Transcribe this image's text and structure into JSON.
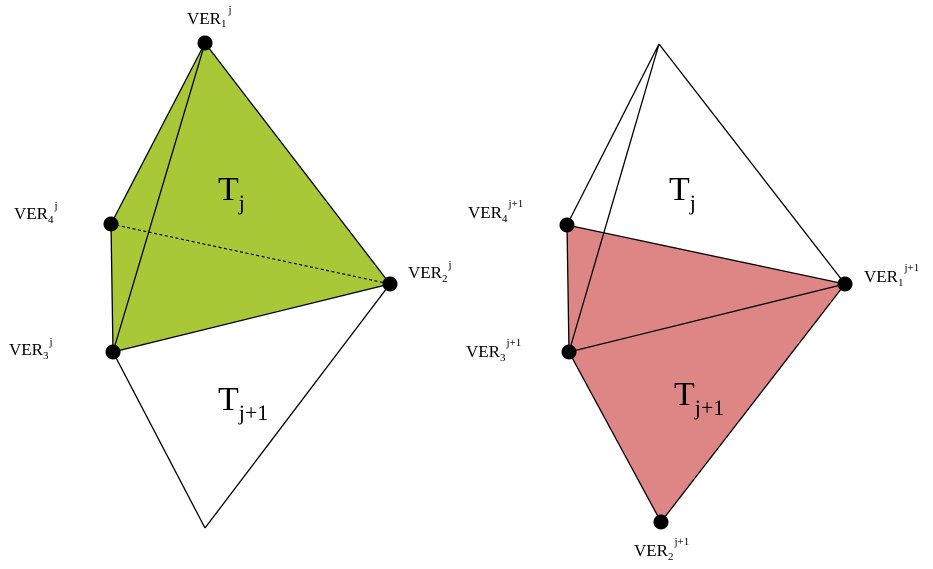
{
  "colors": {
    "green_face": "#a8c837",
    "red_face": "#de8686",
    "stroke": "#000000"
  },
  "left_figure": {
    "vertex_labels": {
      "ver1": {
        "base": "VER",
        "sub": "1",
        "sup": "j"
      },
      "ver2": {
        "base": "VER",
        "sub": "2",
        "sup": "j"
      },
      "ver3": {
        "base": "VER",
        "sub": "3",
        "sup": "j"
      },
      "ver4": {
        "base": "VER",
        "sub": "4",
        "sup": "j"
      }
    },
    "tetra_labels": {
      "upper": {
        "base": "T",
        "sub": "j"
      },
      "lower": {
        "base": "T",
        "sub": "j+1"
      }
    }
  },
  "right_figure": {
    "vertex_labels": {
      "ver1": {
        "base": "VER",
        "sub": "1",
        "sup": "j+1"
      },
      "ver2": {
        "base": "VER",
        "sub": "2",
        "sup": "j+1"
      },
      "ver3": {
        "base": "VER",
        "sub": "3",
        "sup": "j+1"
      },
      "ver4": {
        "base": "VER",
        "sub": "4",
        "sup": "j+1"
      }
    },
    "tetra_labels": {
      "upper": {
        "base": "T",
        "sub": "j"
      },
      "lower": {
        "base": "T",
        "sub": "j+1"
      }
    }
  }
}
